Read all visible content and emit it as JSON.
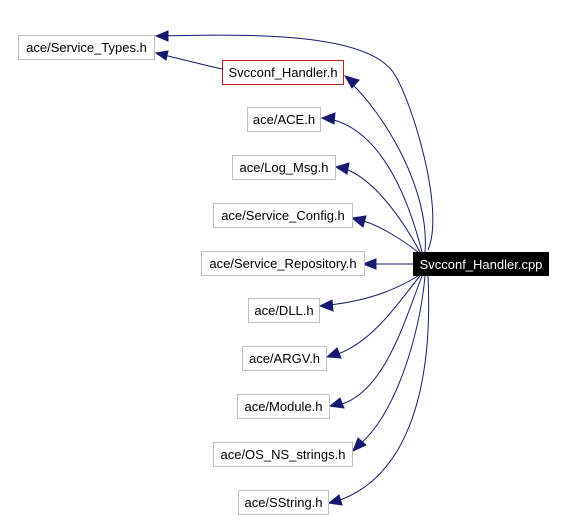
{
  "colors": {
    "edge": "#191970",
    "highlight_border": "#b22222",
    "node_border": "#bfbfbf",
    "root_fill": "#000000"
  },
  "graph": {
    "root": {
      "label": "Svcconf_Handler.cpp"
    },
    "nodes": [
      {
        "id": "service-types",
        "label": "ace/Service_Types.h"
      },
      {
        "id": "svcconf-handler-h",
        "label": "Svcconf_Handler.h"
      },
      {
        "id": "ace",
        "label": "ace/ACE.h"
      },
      {
        "id": "log-msg",
        "label": "ace/Log_Msg.h"
      },
      {
        "id": "service-config",
        "label": "ace/Service_Config.h"
      },
      {
        "id": "service-repository",
        "label": "ace/Service_Repository.h"
      },
      {
        "id": "dll",
        "label": "ace/DLL.h"
      },
      {
        "id": "argv",
        "label": "ace/ARGV.h"
      },
      {
        "id": "module",
        "label": "ace/Module.h"
      },
      {
        "id": "os-ns-strings",
        "label": "ace/OS_NS_strings.h"
      },
      {
        "id": "sstring",
        "label": "ace/SString.h"
      }
    ],
    "edges": [
      {
        "from": "Svcconf_Handler.cpp",
        "to": "ace/Service_Types.h"
      },
      {
        "from": "Svcconf_Handler.cpp",
        "to": "Svcconf_Handler.h"
      },
      {
        "from": "Svcconf_Handler.h",
        "to": "ace/Service_Types.h"
      },
      {
        "from": "Svcconf_Handler.cpp",
        "to": "ace/ACE.h"
      },
      {
        "from": "Svcconf_Handler.cpp",
        "to": "ace/Log_Msg.h"
      },
      {
        "from": "Svcconf_Handler.cpp",
        "to": "ace/Service_Config.h"
      },
      {
        "from": "Svcconf_Handler.cpp",
        "to": "ace/Service_Repository.h"
      },
      {
        "from": "Svcconf_Handler.cpp",
        "to": "ace/DLL.h"
      },
      {
        "from": "Svcconf_Handler.cpp",
        "to": "ace/ARGV.h"
      },
      {
        "from": "Svcconf_Handler.cpp",
        "to": "ace/Module.h"
      },
      {
        "from": "Svcconf_Handler.cpp",
        "to": "ace/OS_NS_strings.h"
      },
      {
        "from": "Svcconf_Handler.cpp",
        "to": "ace/SString.h"
      }
    ]
  }
}
